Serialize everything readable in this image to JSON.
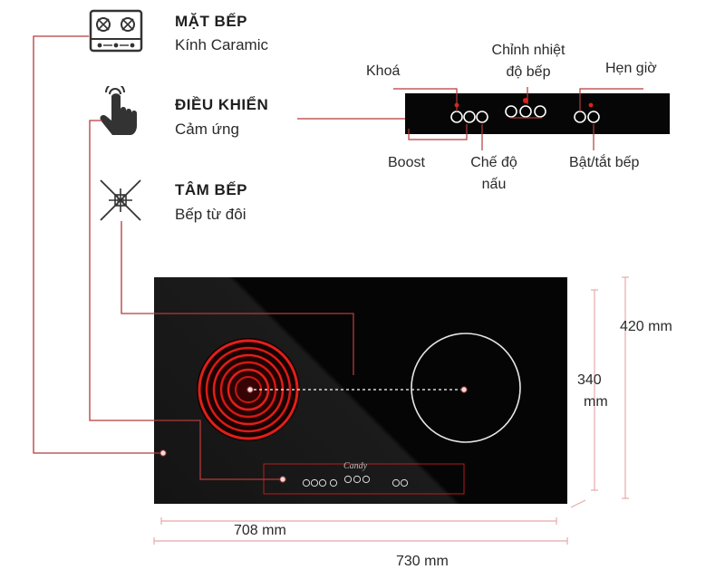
{
  "features": [
    {
      "title": "MẶT BẾP",
      "subtitle": "Kính Caramic",
      "icon": "stove-top-icon"
    },
    {
      "title": "ĐIỀU KHIỂN",
      "subtitle": "Cảm ứng",
      "icon": "touch-hand-icon"
    },
    {
      "title": "TÂM BẾP",
      "subtitle": "Bếp từ đôi",
      "icon": "induction-coil-icon"
    }
  ],
  "control_panel": {
    "labels": {
      "lock": "Khoá",
      "heat_line1": "Chỉnh nhiệt",
      "heat_line2": "độ bếp",
      "timer": "Hẹn giờ",
      "boost": "Boost",
      "mode_line1": "Chế độ",
      "mode_line2": "nấu",
      "power": "Bật/tắt bếp"
    }
  },
  "hob": {
    "brand": "Candy",
    "zones": [
      "radiant-zone",
      "induction-zone"
    ]
  },
  "dimensions": {
    "depth_outer": "420 mm",
    "depth_inner_line1": "340",
    "depth_inner_line2": "mm",
    "width_inner": "708 mm",
    "width_outer": "730 mm"
  },
  "colors": {
    "hob_glass": "#050505",
    "heat_red": "#e0201b",
    "callout_line": "#b53a3a",
    "dimension_line": "#e8a9a9"
  }
}
